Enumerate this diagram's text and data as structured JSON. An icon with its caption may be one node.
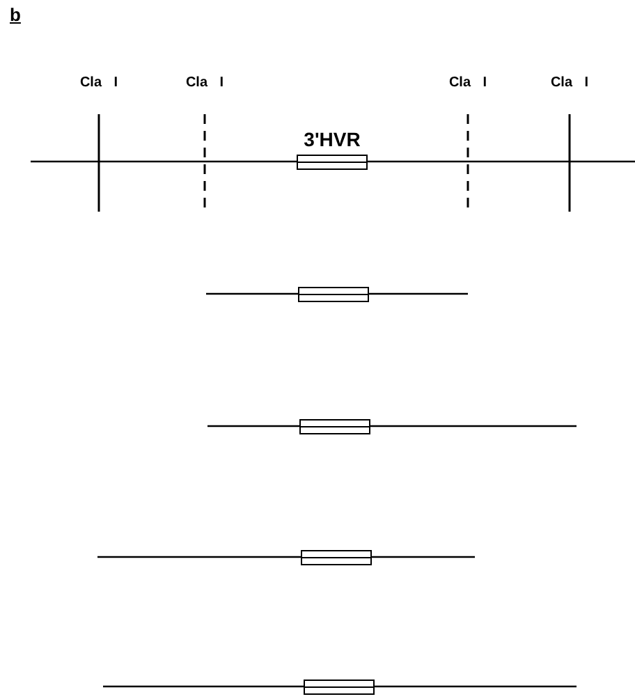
{
  "diagram": {
    "title": "b",
    "nodes": [
      {
        "text": [
          "3'HVR"
        ]
      },
      {
        "text": [],
        "shape": "box"
      },
      {
        "text": [],
        "shape": "box"
      },
      {
        "text": [],
        "shape": "box"
      },
      {
        "text": [],
        "shape": "box"
      }
    ],
    "labels": [
      "Cla I",
      "Cla I",
      "Cla I",
      "Cla I"
    ]
  }
}
